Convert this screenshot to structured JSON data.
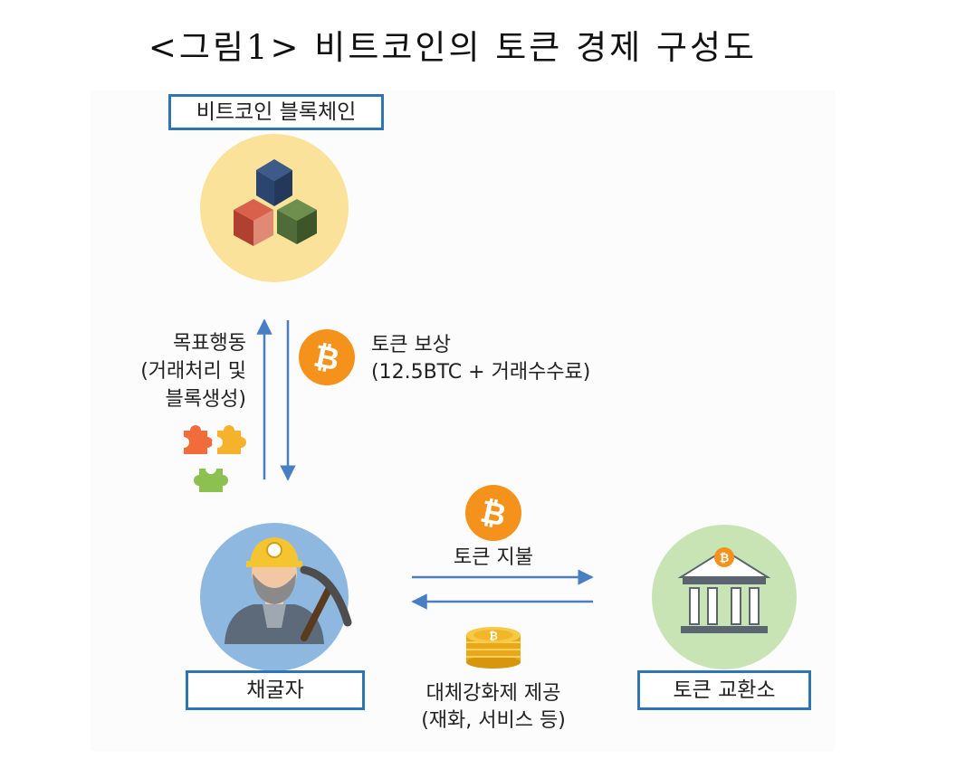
{
  "title": "<그림1> 비트코인의 토큰 경제 구성도",
  "nodes": {
    "blockchain": {
      "label": "비트코인 블록체인"
    },
    "miner": {
      "label": "채굴자"
    },
    "exchange": {
      "label": "토큰 교환소"
    }
  },
  "edges": {
    "action": {
      "line1": "목표행동",
      "line2": "(거래처리 및",
      "line3": "블록생성)"
    },
    "reward": {
      "line1": "토큰 보상",
      "line2": "(12.5BTC + 거래수수료)"
    },
    "payment": {
      "label": "토큰 지불"
    },
    "service": {
      "line1": "대체강화제 제공",
      "line2": "(재화, 서비스 등)"
    }
  },
  "icons": {
    "blockchain": "blocks-cube-icon",
    "miner": "miner-with-pickaxe-icon",
    "exchange": "bank-building-icon",
    "coin": "bitcoin-coin-icon",
    "puzzle": "puzzle-pieces-icon",
    "coin_stack": "coin-stack-icon"
  },
  "colors": {
    "arrow": "#4a7ec3",
    "box_border": "#2e75b6",
    "blockchain_circle": "#fbe29a",
    "miner_circle": "#8fb8e0",
    "exchange_circle": "#c8e3b4",
    "coin": "#f5921b"
  }
}
